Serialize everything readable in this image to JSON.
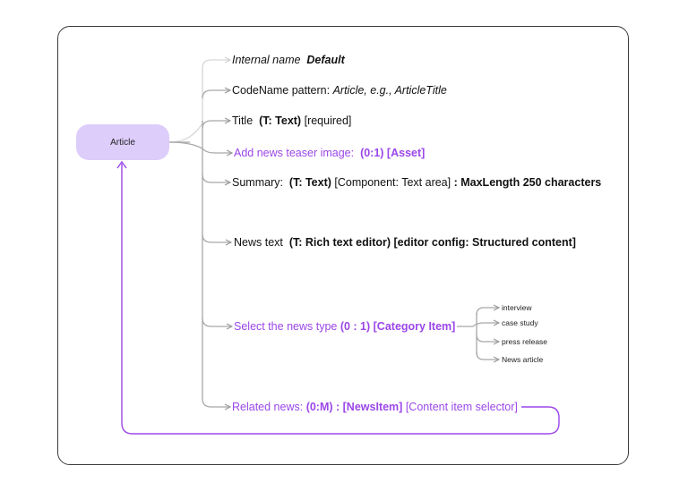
{
  "colors": {
    "accent": "#9b47e8",
    "node_fill": "#dccdfb",
    "connector": "#b5b5b5",
    "frame": "#3a3a3a"
  },
  "root": {
    "label": "Article"
  },
  "fields": {
    "internal_name": {
      "prefix": "Internal name",
      "value": "Default"
    },
    "codename": {
      "prefix": "CodeName pattern: ",
      "value": "Article, e.g., ArticleTitle"
    },
    "title": {
      "name": "Title",
      "type": "(T: Text)",
      "extra": "[required]"
    },
    "teaser": {
      "name": "Add news teaser image: ",
      "type": "(0:1) [Asset]"
    },
    "summary": {
      "name": "Summary: ",
      "type": "(T: Text)",
      "component": "[Component: Text area]",
      "constraint": ": MaxLength 250 characters"
    },
    "news_text": {
      "name": "News text ",
      "type": "(T: Rich text editor) [editor config: Structured content]"
    },
    "news_type": {
      "name": "Select the news type ",
      "type": "(0 : 1) [Category Item]"
    },
    "related": {
      "name": "Related news: ",
      "type": "(0:M) : [NewsItem]",
      "selector": "[Content item selector]"
    }
  },
  "categories": [
    "interview",
    "case study",
    "press release",
    "News article"
  ]
}
